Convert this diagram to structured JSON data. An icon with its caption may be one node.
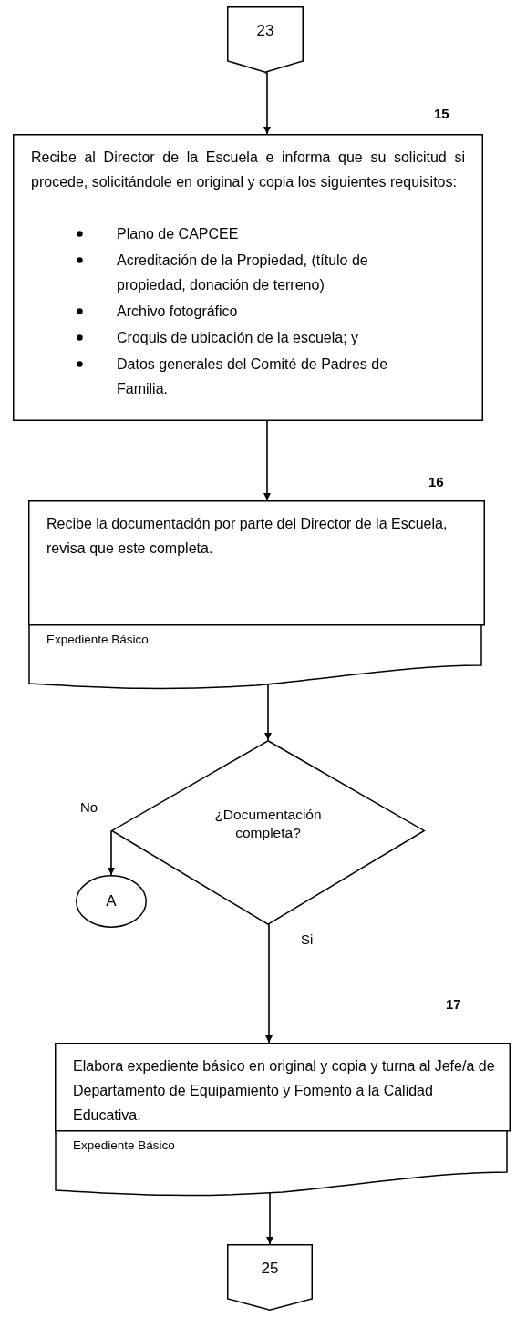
{
  "diagram": {
    "nodes": [
      {
        "text": [
          "23"
        ]
      },
      {
        "text": [
          "Recibe al Director de la Escuela e informa que su solicitud si procede, solicitándole en original y copia los siguientes requisitos:",
          "Plano de CAPCEE",
          "Acreditación de la Propiedad, (título de propiedad, donación de terreno)",
          "Archivo fotográfico",
          "Croquis de ubicación de la escuela; y",
          "Datos generales del Comité de Padres de Familia."
        ],
        "beside": [
          "15"
        ]
      },
      {
        "text": [
          "Recibe la documentación por parte del  Director de la Escuela, revisa que este completa.",
          "Expediente Básico"
        ],
        "beside": [
          "16"
        ]
      },
      {
        "text": [
          "¿Documentación completa?"
        ]
      },
      {
        "text": [
          "A"
        ]
      },
      {
        "text": [
          "Elabora expediente básico en original y copia y turna al Jefe/a de Departamento de Equipamiento y Fomento a la Calidad Educativa.",
          "Expediente Básico"
        ],
        "beside": [
          "17"
        ]
      },
      {
        "text": [
          "25"
        ]
      }
    ],
    "edges": [
      {
        "from": 0,
        "to": 1,
        "arrow": "to"
      },
      {
        "from": 1,
        "to": 2,
        "arrow": "to"
      },
      {
        "from": 2,
        "to": 3,
        "arrow": "to"
      },
      {
        "from": 3,
        "to": 4,
        "arrow": "to",
        "label": "No"
      },
      {
        "from": 3,
        "to": 5,
        "arrow": "to",
        "label": "Si"
      },
      {
        "from": 5,
        "to": 6,
        "arrow": "to"
      }
    ]
  }
}
